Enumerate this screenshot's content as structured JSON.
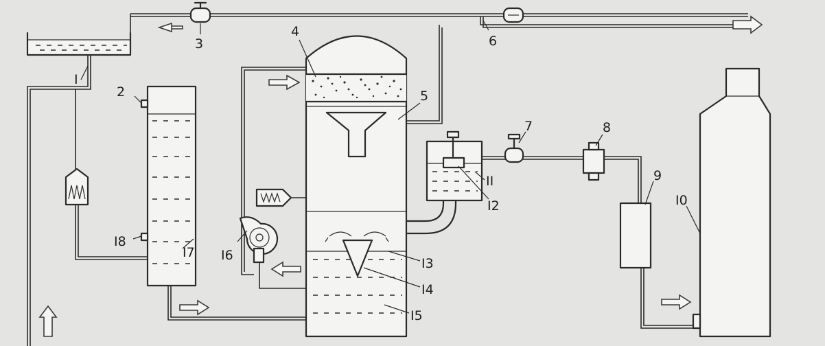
{
  "diagram": {
    "labels": {
      "n1": "I",
      "n2": "2",
      "n3": "3",
      "n4": "4",
      "n5": "5",
      "n6": "6",
      "n7": "7",
      "n8": "8",
      "n9": "9",
      "n10": "I0",
      "n11": "II",
      "n12": "I2",
      "n13": "I3",
      "n14": "I4",
      "n15": "I5",
      "n16": "I6",
      "n17": "I7",
      "n18": "I8"
    }
  }
}
